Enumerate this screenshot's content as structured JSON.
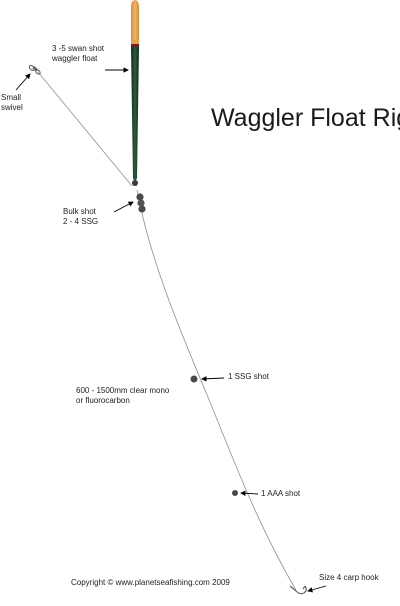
{
  "title": "Waggler Float Rig",
  "labels": {
    "float": "3 -5 swan shot\nwaggler float",
    "swivel": "Small\nswivel",
    "bulk_shot": "Bulk shot\n2 - 4 SSG",
    "ssg_shot": "1 SSG shot",
    "line": "600 - 1500mm clear mono\nor fluorocarbon",
    "aaa_shot": "1 AAA shot",
    "hook": "Size 4 carp hook"
  },
  "copyright": "Copyright © www.planetseafishing.com 2009",
  "colors": {
    "float_tip": "#e8a04a",
    "float_body": "#1f3b2b",
    "line": "#9a9a9a",
    "shot": "#4a4a4a",
    "arrow": "#000000"
  }
}
